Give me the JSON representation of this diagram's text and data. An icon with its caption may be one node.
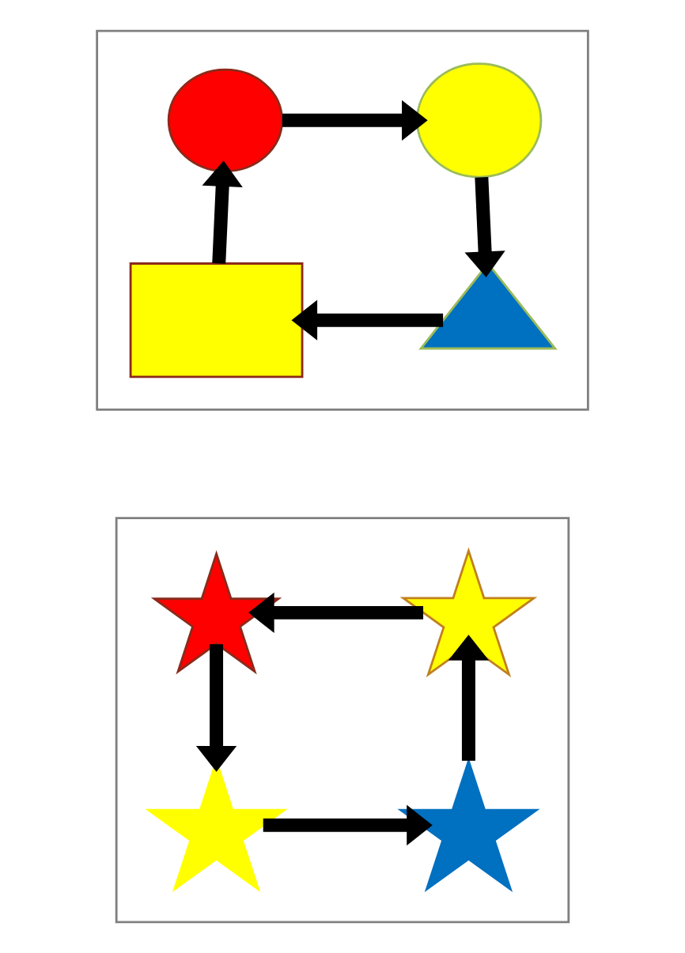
{
  "diagram": {
    "nodes": [
      {
        "text": [],
        "shape": "box"
      },
      {
        "text": [],
        "shape": "circle",
        "in": 0
      },
      {
        "text": [],
        "shape": "circle",
        "in": 0
      },
      {
        "text": [],
        "shape": "box",
        "in": 0
      },
      {
        "text": [],
        "shape": "triangle",
        "in": 0
      },
      {
        "text": [],
        "shape": "box"
      },
      {
        "text": [],
        "shape": "star",
        "in": 5
      },
      {
        "text": [],
        "shape": "star",
        "in": 5
      },
      {
        "text": [],
        "shape": "star",
        "in": 5
      },
      {
        "text": [],
        "shape": "star",
        "in": 5
      }
    ],
    "edges": [
      {
        "from": 1,
        "to": 2,
        "arrow": "to"
      },
      {
        "from": 2,
        "to": 4,
        "arrow": "to"
      },
      {
        "from": 4,
        "to": 3,
        "arrow": "to"
      },
      {
        "from": 3,
        "to": 1,
        "arrow": "to"
      },
      {
        "from": 7,
        "to": 6,
        "arrow": "to"
      },
      {
        "from": 6,
        "to": 8,
        "arrow": "to"
      },
      {
        "from": 8,
        "to": 9,
        "arrow": "to"
      },
      {
        "from": 9,
        "to": 7,
        "arrow": "to"
      }
    ]
  }
}
